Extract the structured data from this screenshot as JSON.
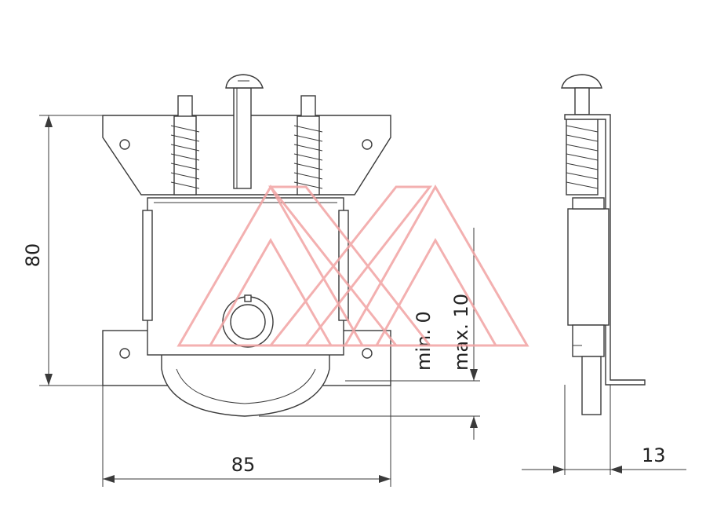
{
  "dimensions": {
    "height": "80",
    "width": "85",
    "min_adjust": "min. 0",
    "max_adjust": "max. 10",
    "side_offset": "13"
  },
  "colors": {
    "line": "#3a3a3a",
    "watermark": "#f2a3a3",
    "background": "#ffffff"
  },
  "watermark": {
    "icon": "mx-logo-triangles"
  }
}
